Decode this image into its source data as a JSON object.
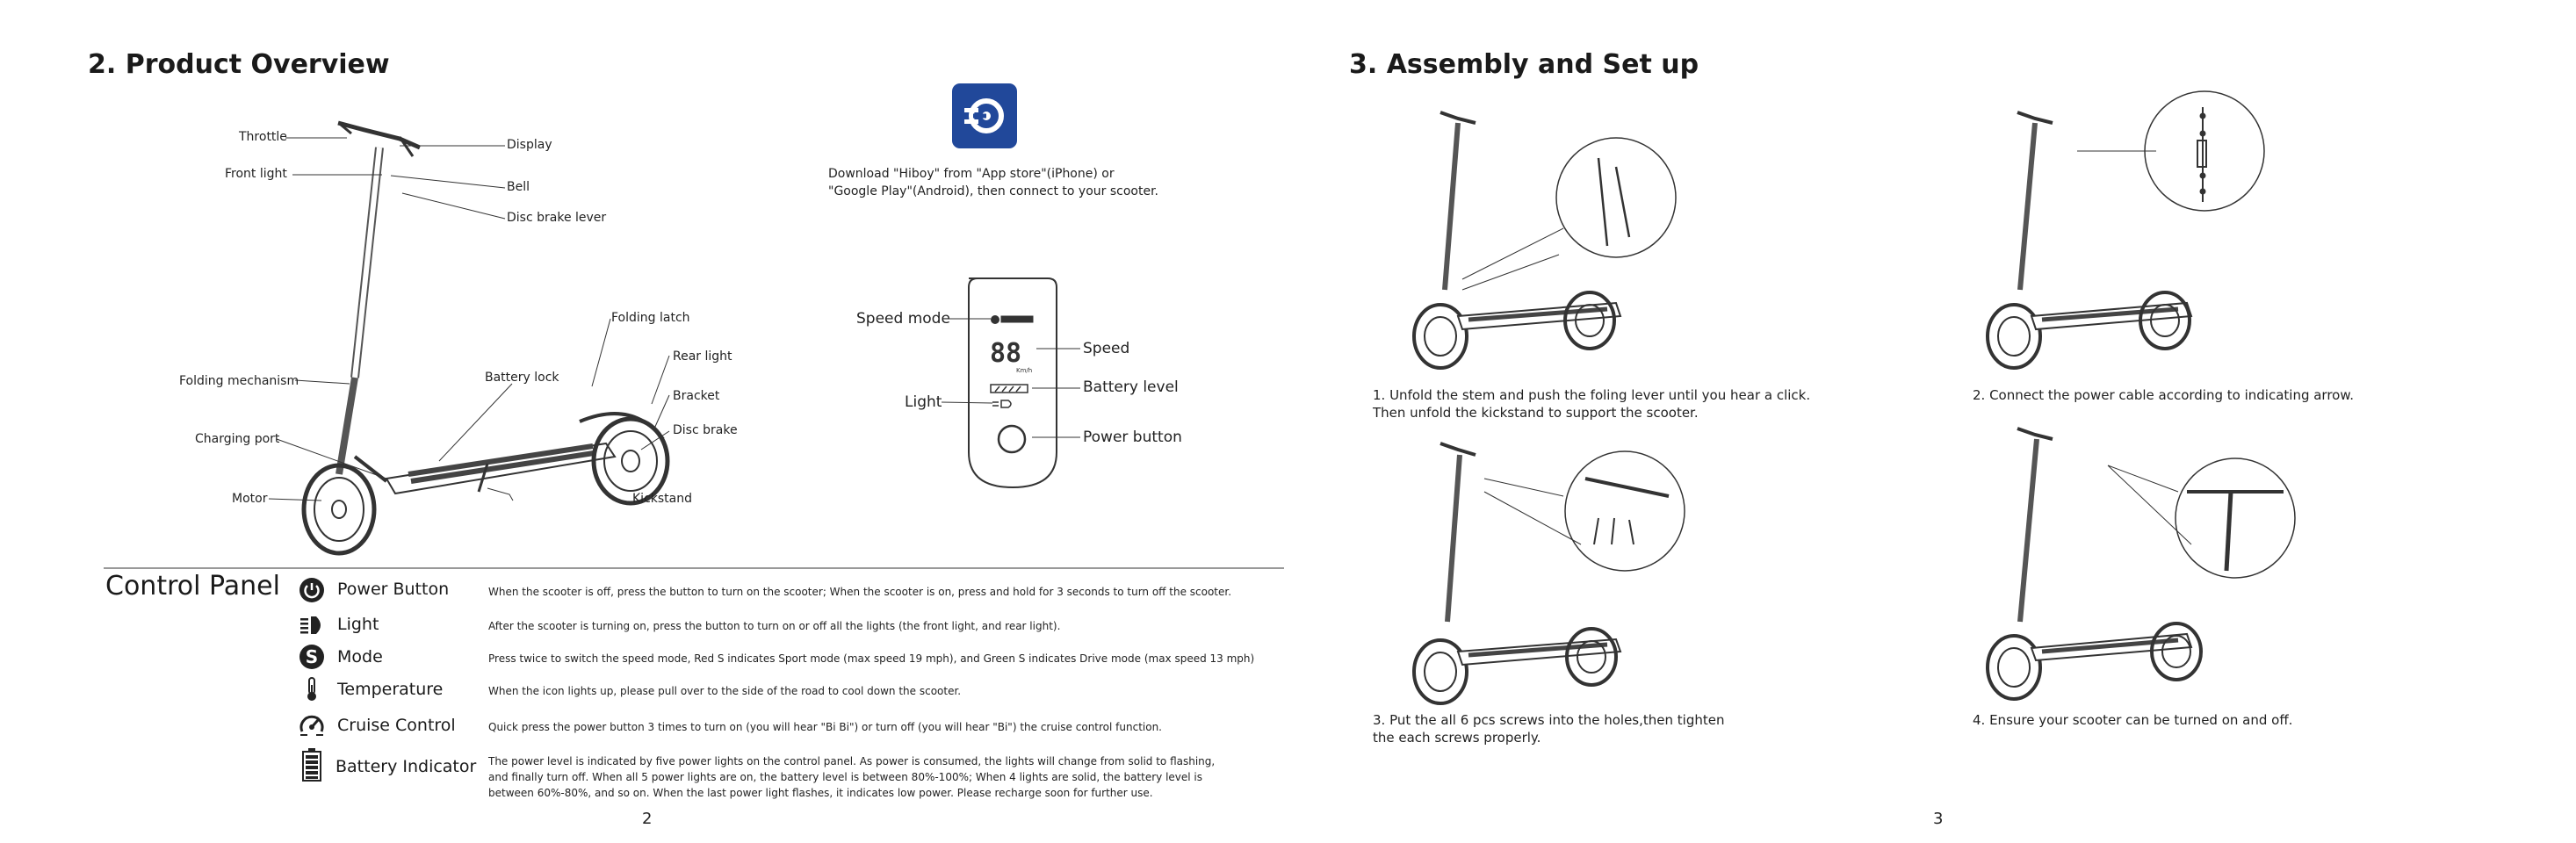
{
  "left": {
    "title": "2. Product Overview",
    "labels": {
      "throttle": "Throttle",
      "display": "Display",
      "front_light": "Front light",
      "bell": "Bell",
      "disc_brake_lever": "Disc brake lever",
      "folding_latch": "Folding latch",
      "rear_light": "Rear light",
      "folding_mechanism": "Folding mechanism",
      "battery_lock": "Battery lock",
      "bracket": "Bracket",
      "disc_brake": "Disc brake",
      "charging_port": "Charging port",
      "kickstand": "Kickstand",
      "motor": "Motor"
    },
    "app": {
      "line1": "Download \"Hiboy\" from \"App store\"(iPhone) or",
      "line2": "\"Google Play\"(Android), then connect to your scooter."
    },
    "display_panel": {
      "speed_mode": "Speed mode",
      "speed": "Speed",
      "battery_level": "Battery level",
      "light": "Light",
      "power_button": "Power button",
      "digits": "88",
      "unit": "Km/h"
    },
    "control_panel": {
      "title": "Control Panel",
      "items": [
        {
          "icon": "power-icon",
          "name": "Power Button",
          "desc": "When the scooter is off, press the button to turn on the scooter; When the scooter is on, press and hold for 3 seconds to turn off the scooter."
        },
        {
          "icon": "light-icon",
          "name": "Light",
          "desc": "After the scooter is turning on, press the button to turn on or off all the lights (the front light, and rear light)."
        },
        {
          "icon": "mode-icon",
          "name": "Mode",
          "desc": "Press twice to switch the speed mode, Red S indicates Sport mode (max speed 19 mph), and Green S indicates Drive mode (max speed 13 mph)"
        },
        {
          "icon": "thermometer-icon",
          "name": "Temperature",
          "desc": "When the icon lights up, please pull over to the side of the road to cool down the scooter."
        },
        {
          "icon": "cruise-control-icon",
          "name": "Cruise Control",
          "desc": "Quick press the power button 3 times to turn on (you will hear \"Bi Bi\") or turn off (you will hear \"Bi\") the cruise control function."
        },
        {
          "icon": "battery-icon",
          "name": "Battery Indicator",
          "desc_lines": [
            "The power level is indicated by five power lights on the control panel. As power is consumed, the lights will change from solid to flashing,",
            "and finally turn off. When all 5 power lights are on, the battery level is between 80%-100%; When 4 lights are solid, the battery level is",
            "between 60%-80%, and so on. When the last power light flashes, it indicates low power. Please recharge soon for further use."
          ]
        }
      ]
    },
    "page_number": "2"
  },
  "right": {
    "title": "3. Assembly and Set up",
    "steps": [
      {
        "lines": [
          "1. Unfold the stem and push the foling lever until you hear a click.",
          "Then unfold the kickstand to support the scooter."
        ]
      },
      {
        "lines": [
          "2. Connect the power cable according to indicating arrow."
        ]
      },
      {
        "lines": [
          "3. Put the all 6 pcs screws into the holes,then tighten",
          "the each screws properly."
        ]
      },
      {
        "lines": [
          "4. Ensure your scooter can be turned on and off."
        ]
      }
    ],
    "page_number": "3"
  },
  "colors": {
    "brand": "#21489a",
    "text": "#222222",
    "line": "#333333"
  }
}
